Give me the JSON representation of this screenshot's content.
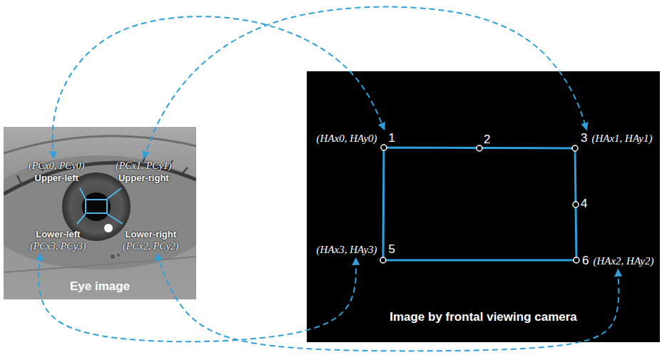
{
  "diagram": {
    "nodes": [
      {
        "text": [
          "Eye image"
        ]
      },
      {
        "text": [
          "(PCx0, PCy0)",
          "Upper-left"
        ],
        "in": 0
      },
      {
        "text": [
          "(PCx1, PCy1)",
          "Upper-right"
        ],
        "in": 0
      },
      {
        "text": [
          "Lower-left",
          "(PCx3, PCy3)"
        ],
        "in": 0
      },
      {
        "text": [
          "Lower-right",
          "(PCx2, PCy2)"
        ],
        "in": 0
      },
      {
        "text": [
          "Image by frontal viewing camera"
        ]
      },
      {
        "text": [
          "(HAx0, HAy0)",
          "1"
        ],
        "in": 5
      },
      {
        "text": [
          "3",
          "(HAx1, HAy1)"
        ],
        "in": 5
      },
      {
        "text": [
          "(HAx3, HAy3)",
          "5"
        ],
        "in": 5
      },
      {
        "text": [
          "6",
          "(HAx2, HAy2)"
        ],
        "in": 5
      }
    ],
    "edges": [
      {
        "from": 1,
        "to": 6,
        "arrow": "both"
      },
      {
        "from": 2,
        "to": 7,
        "arrow": "both"
      },
      {
        "from": 3,
        "to": 8,
        "arrow": "both"
      },
      {
        "from": 4,
        "to": 9,
        "arrow": "both"
      }
    ],
    "labels": [
      "2",
      "4"
    ]
  }
}
